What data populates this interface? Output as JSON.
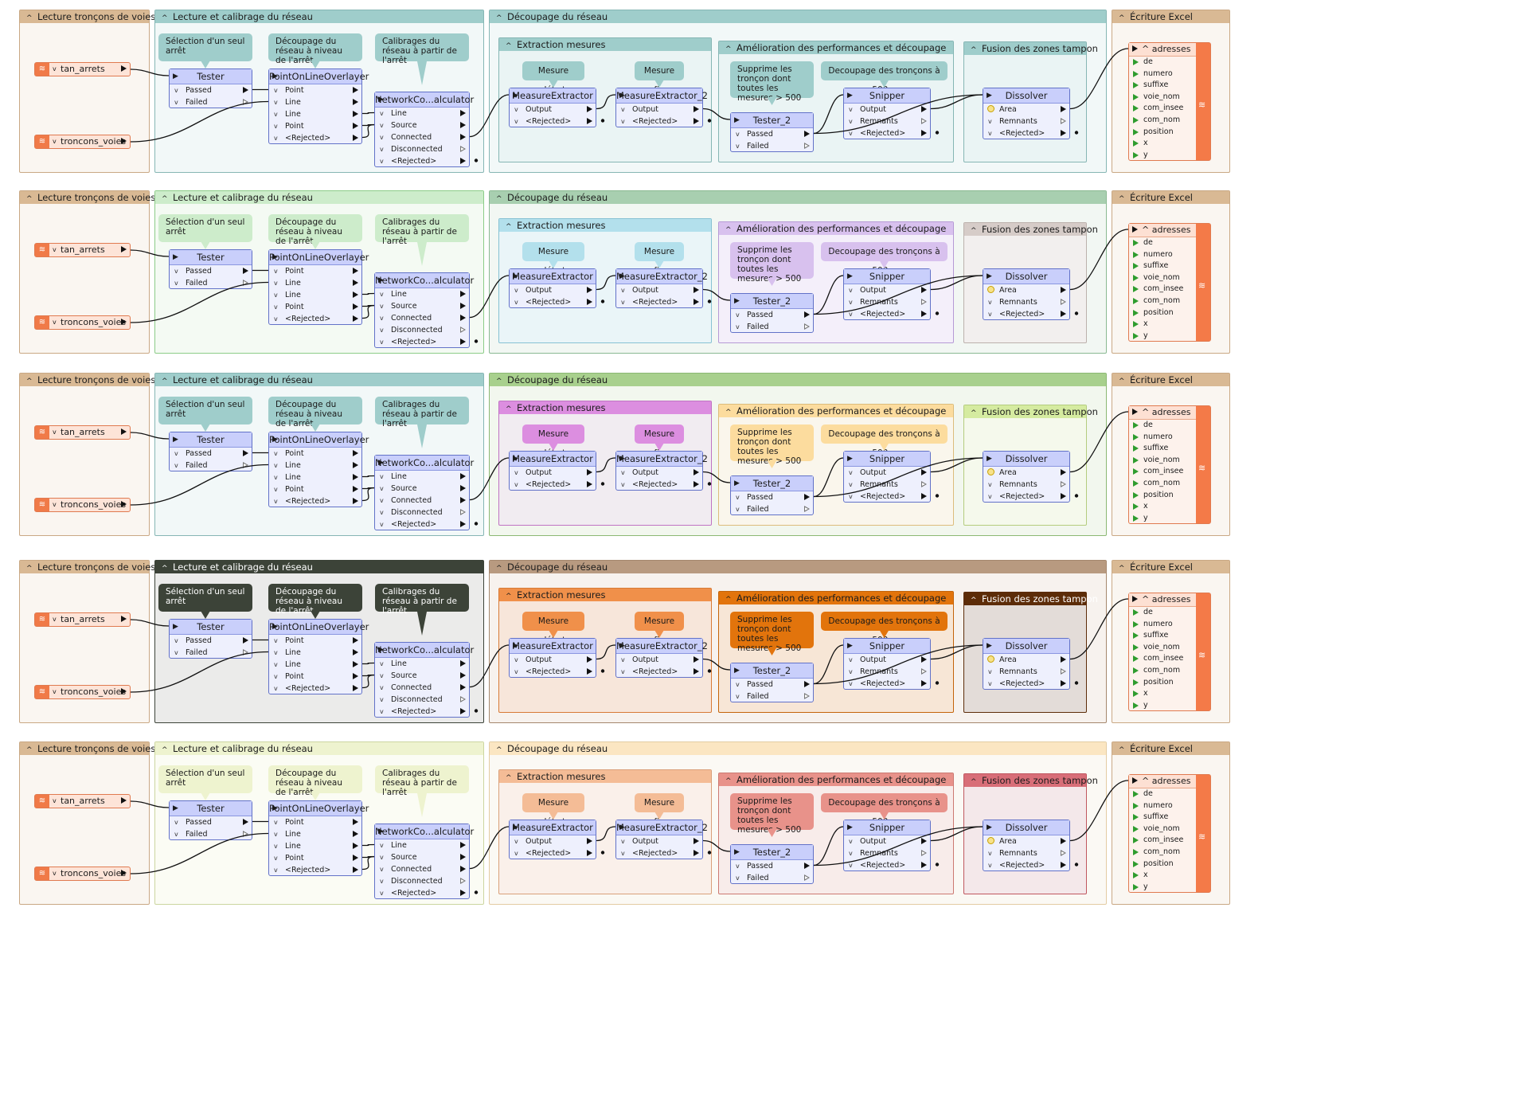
{
  "rows": [
    {
      "theme": {
        "read": {
          "h": "#d9b994",
          "b": "#faf6f1",
          "bd": "#c9a884"
        },
        "lect": {
          "h": "#9fcdcb",
          "b": "#f2f8f8",
          "bd": "#86b6b4",
          "ann": "#9fcdcb",
          "dark": false
        },
        "dec": {
          "h": "#9fcdcb",
          "b": "#f2f8f8",
          "bd": "#86b6b4"
        },
        "ext": {
          "h": "#9fcdcb",
          "b": "#eaf4f4",
          "bd": "#86b6b4",
          "ann": "#9fcdcb",
          "dark": false
        },
        "ame": {
          "h": "#9fcdcb",
          "b": "#eaf4f4",
          "bd": "#86b6b4",
          "ann": "#9fcdcb",
          "dark": false
        },
        "fus": {
          "h": "#9fcdcb",
          "b": "#eaf4f4",
          "bd": "#86b6b4",
          "dark": false
        },
        "exc": {
          "h": "#d9b994",
          "b": "#faf6f1",
          "bd": "#c9a884"
        }
      }
    },
    {
      "theme": {
        "read": {
          "h": "#d9b994",
          "b": "#faf6f1",
          "bd": "#c9a884"
        },
        "lect": {
          "h": "#cdeccb",
          "b": "#f4faf3",
          "bd": "#8ccc88",
          "ann": "#cdeccb",
          "dark": false
        },
        "dec": {
          "h": "#a8cfb0",
          "b": "#f2f7f3",
          "bd": "#8ab992"
        },
        "ext": {
          "h": "#b3e0ec",
          "b": "#eaf5f8",
          "bd": "#87c2d3",
          "ann": "#b3e0ec",
          "dark": false
        },
        "ame": {
          "h": "#d8c1ee",
          "b": "#f4effa",
          "bd": "#b69ad6",
          "ann": "#d8c1ee",
          "dark": false
        },
        "fus": {
          "h": "#d6ccc8",
          "b": "#f2efee",
          "bd": "#bcb1ac",
          "dark": false
        },
        "exc": {
          "h": "#d9b994",
          "b": "#faf6f1",
          "bd": "#c9a884"
        }
      }
    },
    {
      "theme": {
        "read": {
          "h": "#d9b994",
          "b": "#faf6f1",
          "bd": "#c9a884"
        },
        "lect": {
          "h": "#9fcdcb",
          "b": "#f2f8f8",
          "bd": "#86b6b4",
          "ann": "#9fcdcb",
          "dark": false
        },
        "dec": {
          "h": "#a8d08d",
          "b": "#f2f7ee",
          "bd": "#8bb873"
        },
        "ext": {
          "h": "#dc8ee0",
          "b": "#f1ecf1",
          "bd": "#c073c3",
          "ann": "#dc8ee0",
          "dark": false
        },
        "ame": {
          "h": "#fcdc9e",
          "b": "#faf6ec",
          "bd": "#dcbd7c",
          "ann": "#fcdc9e",
          "dark": false
        },
        "fus": {
          "h": "#d5eba0",
          "b": "#f5f9ec",
          "bd": "#b4cc7e",
          "dark": false
        },
        "exc": {
          "h": "#d9b994",
          "b": "#faf6f1",
          "bd": "#c9a884"
        }
      }
    },
    {
      "theme": {
        "read": {
          "h": "#d9b994",
          "b": "#faf6f1",
          "bd": "#c9a884"
        },
        "lect": {
          "h": "#3c4338",
          "b": "#ebebea",
          "bd": "#3c4338",
          "ann": "#3c4338",
          "dark": true
        },
        "dec": {
          "h": "#b89a80",
          "b": "#f7f2ee",
          "bd": "#a5886e"
        },
        "ext": {
          "h": "#f0904a",
          "b": "#f7e6da",
          "bd": "#d77a36",
          "ann": "#f0904a",
          "dark": false
        },
        "ame": {
          "h": "#e2740c",
          "b": "#f7e6d6",
          "bd": "#c4640a",
          "ann": "#e2740c",
          "dark": false
        },
        "fus": {
          "h": "#5c2c08",
          "b": "#e3dcd8",
          "bd": "#5c2c08",
          "dark": true
        },
        "exc": {
          "h": "#d9b994",
          "b": "#faf6f1",
          "bd": "#c9a884"
        }
      }
    },
    {
      "theme": {
        "read": {
          "h": "#d9b994",
          "b": "#faf6f1",
          "bd": "#c9a884"
        },
        "lect": {
          "h": "#eef3cf",
          "b": "#fbfcf4",
          "bd": "#ccd6a0",
          "ann": "#eef3cf",
          "dark": false
        },
        "dec": {
          "h": "#fbe6c2",
          "b": "#fbf9f4",
          "bd": "#e3cca2"
        },
        "ext": {
          "h": "#f4bc96",
          "b": "#faf0ea",
          "bd": "#d9a07a",
          "ann": "#f4bc96",
          "dark": false
        },
        "ame": {
          "h": "#e8928a",
          "b": "#f8ecea",
          "bd": "#cc7a72",
          "ann": "#e8928a",
          "dark": false
        },
        "fus": {
          "h": "#d86e78",
          "b": "#f4e8ea",
          "bd": "#c0575f",
          "dark": false
        },
        "exc": {
          "h": "#d9b994",
          "b": "#faf6f1",
          "bd": "#c9a884"
        }
      }
    }
  ],
  "text": {
    "read_title": "Lecture tronçons de voies",
    "lect_title": "Lecture et calibrage du réseau",
    "dec_title": "Découpage du réseau",
    "ext_title": "Extraction mesures",
    "ame_title": "Amélioration des performances et découpage",
    "fus_title": "Fusion des zones tampon",
    "exc_title": "Écriture Excel",
    "reader1": "tan_arrets",
    "reader2": "troncons_voies",
    "ann_sel": "Sélection d'un seul arrêt",
    "ann_dec": "Découpage du réseau à niveau de l'arrêt",
    "ann_cal": "Calibrages du réseau à partir de l'arrêt",
    "ann_mdeb": "Mesure début",
    "ann_mfin": "Mesure fin",
    "ann_supp": "Supprime les tronçon dont toutes les mesures > 500",
    "ann_dec500": "Decoupage des tronçons à 500m",
    "tester": "Tester",
    "tester_ports": [
      "Passed",
      "Failed"
    ],
    "polo": "PointOnLineOverlayer",
    "polo_ports": [
      "Point",
      "Line",
      "Line",
      "Point",
      "<Rejected>"
    ],
    "netcal": "NetworkCo...alculator",
    "netcal_ports": [
      "Line",
      "Source",
      "Connected",
      "Disconnected",
      "<Rejected>"
    ],
    "me1": "MeasureExtractor",
    "me2": "MeasureExtractor_2",
    "me_ports": [
      "Output",
      "<Rejected>"
    ],
    "tester2": "Tester_2",
    "snipper": "Snipper",
    "snipper_ports": [
      "Output",
      "Remnants",
      "<Rejected>"
    ],
    "dissolver": "Dissolver",
    "dissolver_ports": [
      "Area",
      "Remnants",
      "<Rejected>"
    ],
    "writer": "adresses",
    "writer_attrs": [
      "de",
      "numero",
      "suffixe",
      "voie_nom",
      "com_insee",
      "com_nom",
      "position",
      "x",
      "y"
    ]
  }
}
